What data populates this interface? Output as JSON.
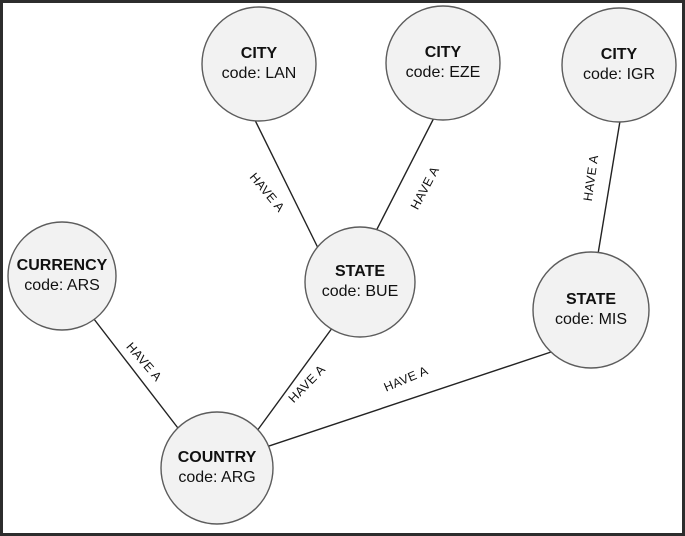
{
  "diagram": {
    "title": "country-graph-diagram",
    "colors": {
      "background": "#ffffff",
      "frame_border": "#2d2d2d",
      "node_fill": "#f2f2f2",
      "node_stroke": "#5c5c5c",
      "edge_color": "#222222",
      "text_color": "#111111"
    },
    "nodes": [
      {
        "id": "city-lan",
        "label": "CITY",
        "code_line": "code: LAN"
      },
      {
        "id": "city-eze",
        "label": "CITY",
        "code_line": "code: EZE"
      },
      {
        "id": "city-igr",
        "label": "CITY",
        "code_line": "code: IGR"
      },
      {
        "id": "currency-ars",
        "label": "CURRENCY",
        "code_line": "code: ARS"
      },
      {
        "id": "state-bue",
        "label": "STATE",
        "code_line": "code: BUE"
      },
      {
        "id": "state-mis",
        "label": "STATE",
        "code_line": "code: MIS"
      },
      {
        "id": "country-arg",
        "label": "COUNTRY",
        "code_line": "code: ARG"
      }
    ],
    "edges": [
      {
        "from": "city-lan",
        "to": "state-bue",
        "label": "HAVE A"
      },
      {
        "from": "city-eze",
        "to": "state-bue",
        "label": "HAVE A"
      },
      {
        "from": "city-igr",
        "to": "state-mis",
        "label": "HAVE A"
      },
      {
        "from": "currency-ars",
        "to": "country-arg",
        "label": "HAVE A"
      },
      {
        "from": "state-bue",
        "to": "country-arg",
        "label": "HAVE A"
      },
      {
        "from": "state-mis",
        "to": "country-arg",
        "label": "HAVE A"
      }
    ]
  }
}
